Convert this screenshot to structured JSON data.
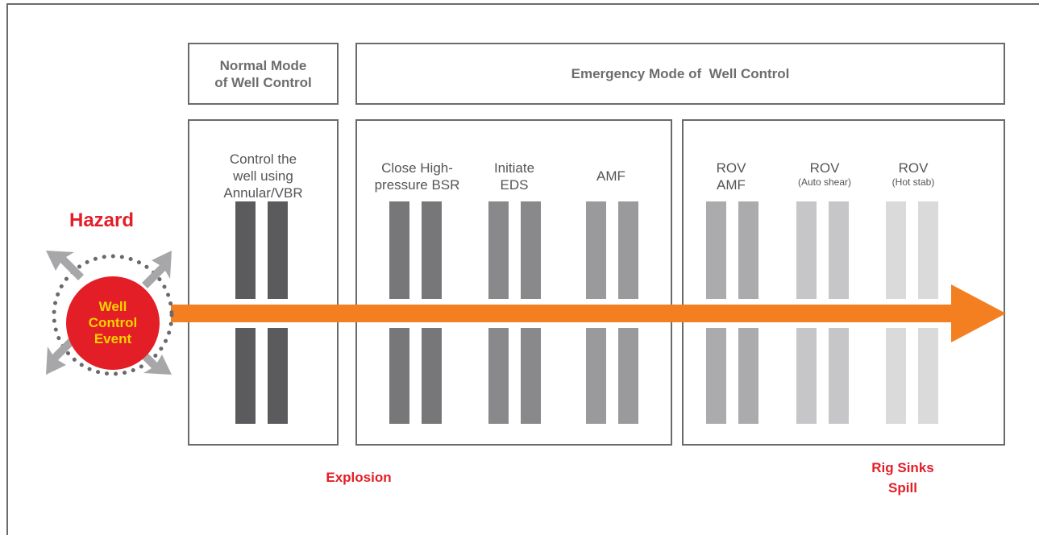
{
  "hazard": {
    "label": "Hazard",
    "event": "Well\nControl\nEvent",
    "color": "#e41e26",
    "event_text_color": "#f5d400"
  },
  "modes": {
    "normal": "Normal Mode\nof Well Control",
    "emergency": "Emergency Mode of  Well Control"
  },
  "barriers": [
    {
      "label": "Control the\nwell using\nAnnular/VBR",
      "sub": "",
      "color": "#5b5b5d"
    },
    {
      "label": "Close High-\npressure BSR",
      "sub": "",
      "color": "#77777a"
    },
    {
      "label": "Initiate\nEDS",
      "sub": "",
      "color": "#89898c"
    },
    {
      "label": "AMF",
      "sub": "",
      "color": "#9a9a9d"
    },
    {
      "label": "ROV\nAMF",
      "sub": "",
      "color": "#ababad"
    },
    {
      "label": "ROV",
      "sub": "(Auto shear)",
      "color": "#c6c6c8"
    },
    {
      "label": "ROV",
      "sub": "(Hot stab)",
      "color": "#dadadb"
    }
  ],
  "consequences": {
    "explosion": "Explosion",
    "rig_sinks": "Rig Sinks\nSpill"
  },
  "arrow_color": "#f47f20"
}
